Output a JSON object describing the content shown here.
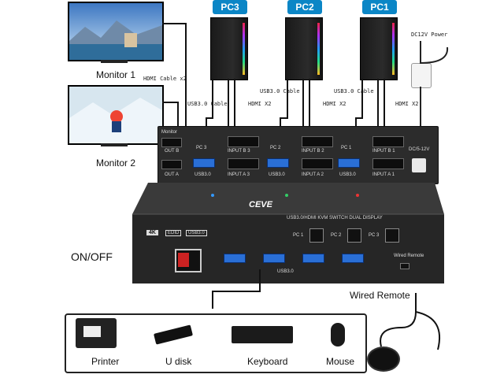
{
  "badges": {
    "pc3": "PC3",
    "pc2": "PC2",
    "pc1": "PC1",
    "color": "#0b86c6"
  },
  "labels": {
    "monitor1": "Monitor 1",
    "monitor2": "Monitor 2",
    "hdmi_cable": "HDMI Cable x2",
    "dc_power": "DC12V Power",
    "usb_cable_left": "USB3.0 Cable",
    "usb_cable_mid": "USB3.0 Cable",
    "usb_cable_right": "USB3.0 Cable",
    "hdmi_x2_a": "HDMI X2",
    "hdmi_x2_b": "HDMI X2",
    "hdmi_x2_c": "HDMI X2",
    "on_off": "ON/OFF",
    "wired_remote": "Wired Remote",
    "printer": "Printer",
    "udisk": "U disk",
    "keyboard": "Keyboard",
    "mouse": "Mouse"
  },
  "back_panel": {
    "monitor": "Monitor",
    "out_b": "OUT B",
    "out_a": "OUT A",
    "pc3": "PC 3",
    "pc2": "PC 2",
    "pc1": "PC 1",
    "input_b3": "INPUT B 3",
    "input_b2": "INPUT B 2",
    "input_b1": "INPUT B 1",
    "input_a3": "INPUT A 3",
    "input_a2": "INPUT A 2",
    "input_a1": "INPUT A 1",
    "usb30_1": "USB3.0",
    "usb30_2": "USB3.0",
    "usb30_3": "USB3.0",
    "dc": "DC/5-12V"
  },
  "front_panel": {
    "brand": "CEVE",
    "model": "USB3.0/HDMI KVM SWITCH DUAL DISPLAY",
    "badge_4k": "4K",
    "badge_edid": "EDID",
    "badge_usb": "USB3.0",
    "pc1": "PC 1",
    "pc2": "PC 2",
    "pc3": "PC 3",
    "wired_remote": "Wired Remote",
    "usb30": "USB3.0"
  }
}
